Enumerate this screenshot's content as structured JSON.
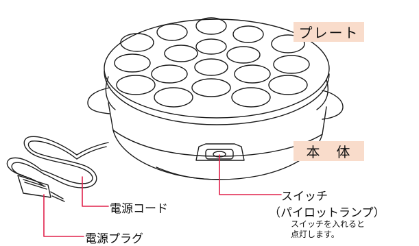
{
  "labels": {
    "plate": "プレート",
    "body": "本　体",
    "switch": "スイッチ",
    "pilot_lamp": "（パイロットランプ）",
    "switch_note_1": "スイッチを入れると",
    "switch_note_2": "点灯します。",
    "power_cord": "電源コード",
    "power_plug": "電源プラグ"
  },
  "colors": {
    "highlight": "#f9dccb",
    "leader_line": "#e0204a",
    "outline": "#1a1a1a"
  }
}
